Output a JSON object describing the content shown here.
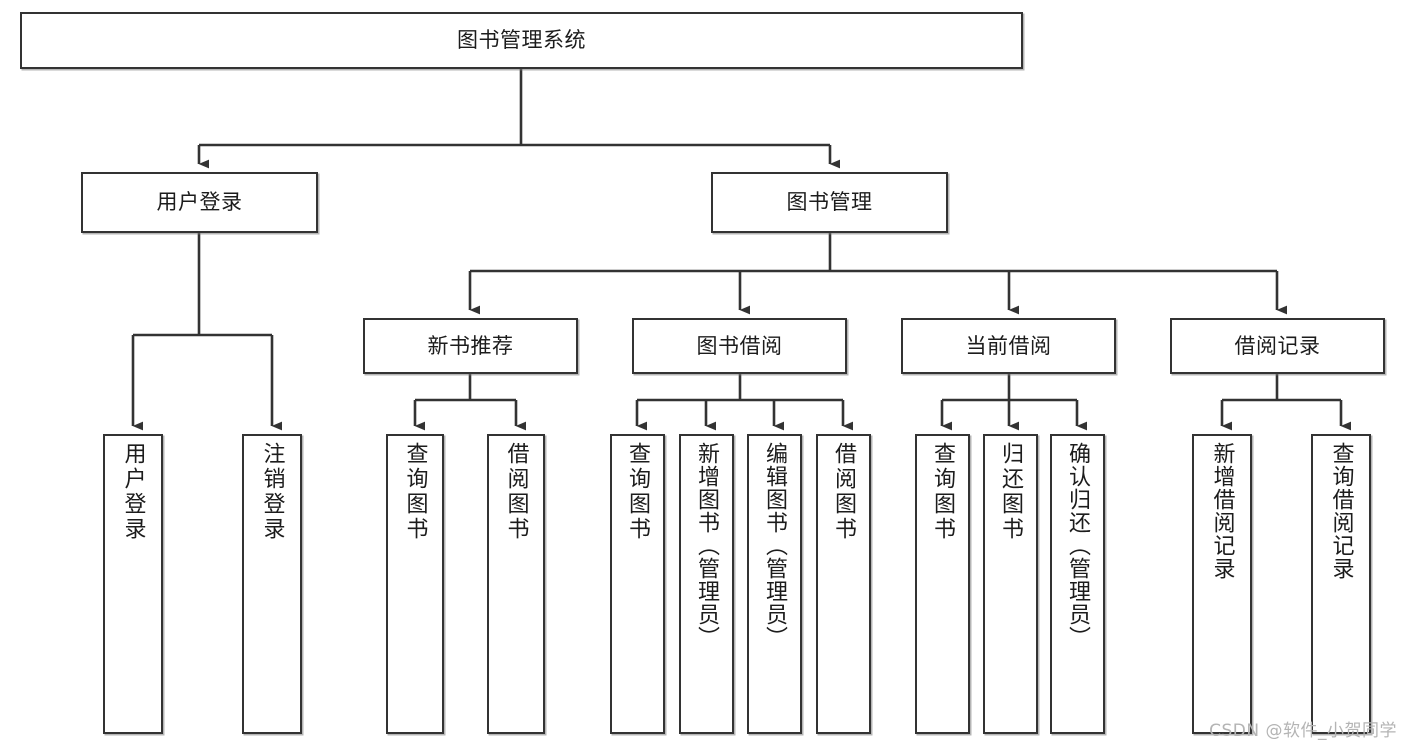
{
  "diagram": {
    "title": "图书管理系统",
    "type": "tree",
    "orientation": "top-down",
    "theme": {
      "background": "#ffffff",
      "node_fill": "#ffffff",
      "node_stroke": "#333333",
      "edge_stroke": "#333333",
      "text_color": "#1c1c1c",
      "watermark_color": "#b4b4b4"
    },
    "root": {
      "id": "root",
      "label": "图书管理系统"
    },
    "level2": [
      {
        "id": "user-login",
        "label": "用户登录"
      },
      {
        "id": "book-manage",
        "label": "图书管理"
      }
    ],
    "level3": [
      {
        "id": "new-book-recommend",
        "label": "新书推荐",
        "parent": "book-manage"
      },
      {
        "id": "book-borrow",
        "label": "图书借阅",
        "parent": "book-manage"
      },
      {
        "id": "current-borrow",
        "label": "当前借阅",
        "parent": "book-manage"
      },
      {
        "id": "borrow-record",
        "label": "借阅记录",
        "parent": "book-manage"
      }
    ],
    "leaves": [
      {
        "id": "leaf-user-login",
        "label": "用户登录",
        "parent": "user-login"
      },
      {
        "id": "leaf-user-logout",
        "label": "注销登录",
        "parent": "user-login"
      },
      {
        "id": "leaf-query-book-1",
        "label": "查询图书",
        "parent": "new-book-recommend"
      },
      {
        "id": "leaf-borrow-book-1",
        "label": "借阅图书",
        "parent": "new-book-recommend"
      },
      {
        "id": "leaf-query-book-2",
        "label": "查询图书",
        "parent": "book-borrow"
      },
      {
        "id": "leaf-add-book",
        "label": "新增图书（管理员）",
        "parent": "book-borrow"
      },
      {
        "id": "leaf-edit-book",
        "label": "编辑图书（管理员）",
        "parent": "book-borrow"
      },
      {
        "id": "leaf-borrow-book-2",
        "label": "借阅图书",
        "parent": "book-borrow"
      },
      {
        "id": "leaf-query-book-3",
        "label": "查询图书",
        "parent": "current-borrow"
      },
      {
        "id": "leaf-return-book",
        "label": "归还图书",
        "parent": "current-borrow"
      },
      {
        "id": "leaf-confirm-return",
        "label": "确认归还（管理员）",
        "parent": "current-borrow"
      },
      {
        "id": "leaf-add-record",
        "label": "新增借阅记录",
        "parent": "borrow-record"
      },
      {
        "id": "leaf-query-record",
        "label": "查询借阅记录",
        "parent": "borrow-record"
      }
    ]
  },
  "watermark": {
    "text": "CSDN @软件_小贺同学"
  }
}
